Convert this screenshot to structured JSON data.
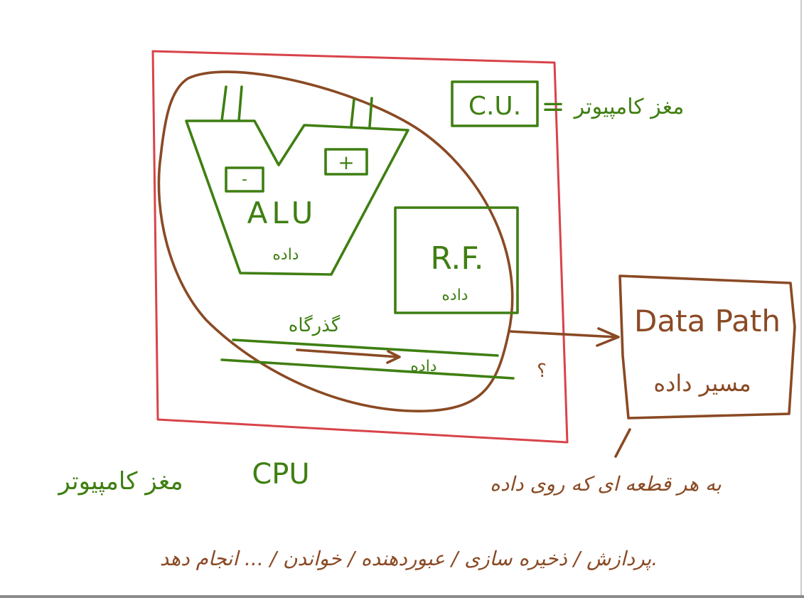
{
  "labels": {
    "cu": "C.U.",
    "cu_equals": "=",
    "cu_meaning": "مغز کامپیوتر",
    "alu": "ALU",
    "alu_note": "داده",
    "plus": "+",
    "minus": "-",
    "rf": "R.F.",
    "rf_note": "داده",
    "bus_label": "گذرگاه",
    "bus_note": "داده",
    "question": "؟",
    "datapath_title": "Data Path",
    "datapath_fa": "مسیر داده",
    "cpu": "CPU",
    "cpu_desc": "مغز کامپیوتر",
    "def_line1": "به هر قطعه ای که روی داده",
    "def_line2": "پردازش / ذخیره سازی / عبوردهنده / خواندن / ... انجام دهد."
  },
  "colors": {
    "green_ink": "#3f7f12",
    "brown_ink": "#8a4a24",
    "red_frame": "#d8434a"
  }
}
